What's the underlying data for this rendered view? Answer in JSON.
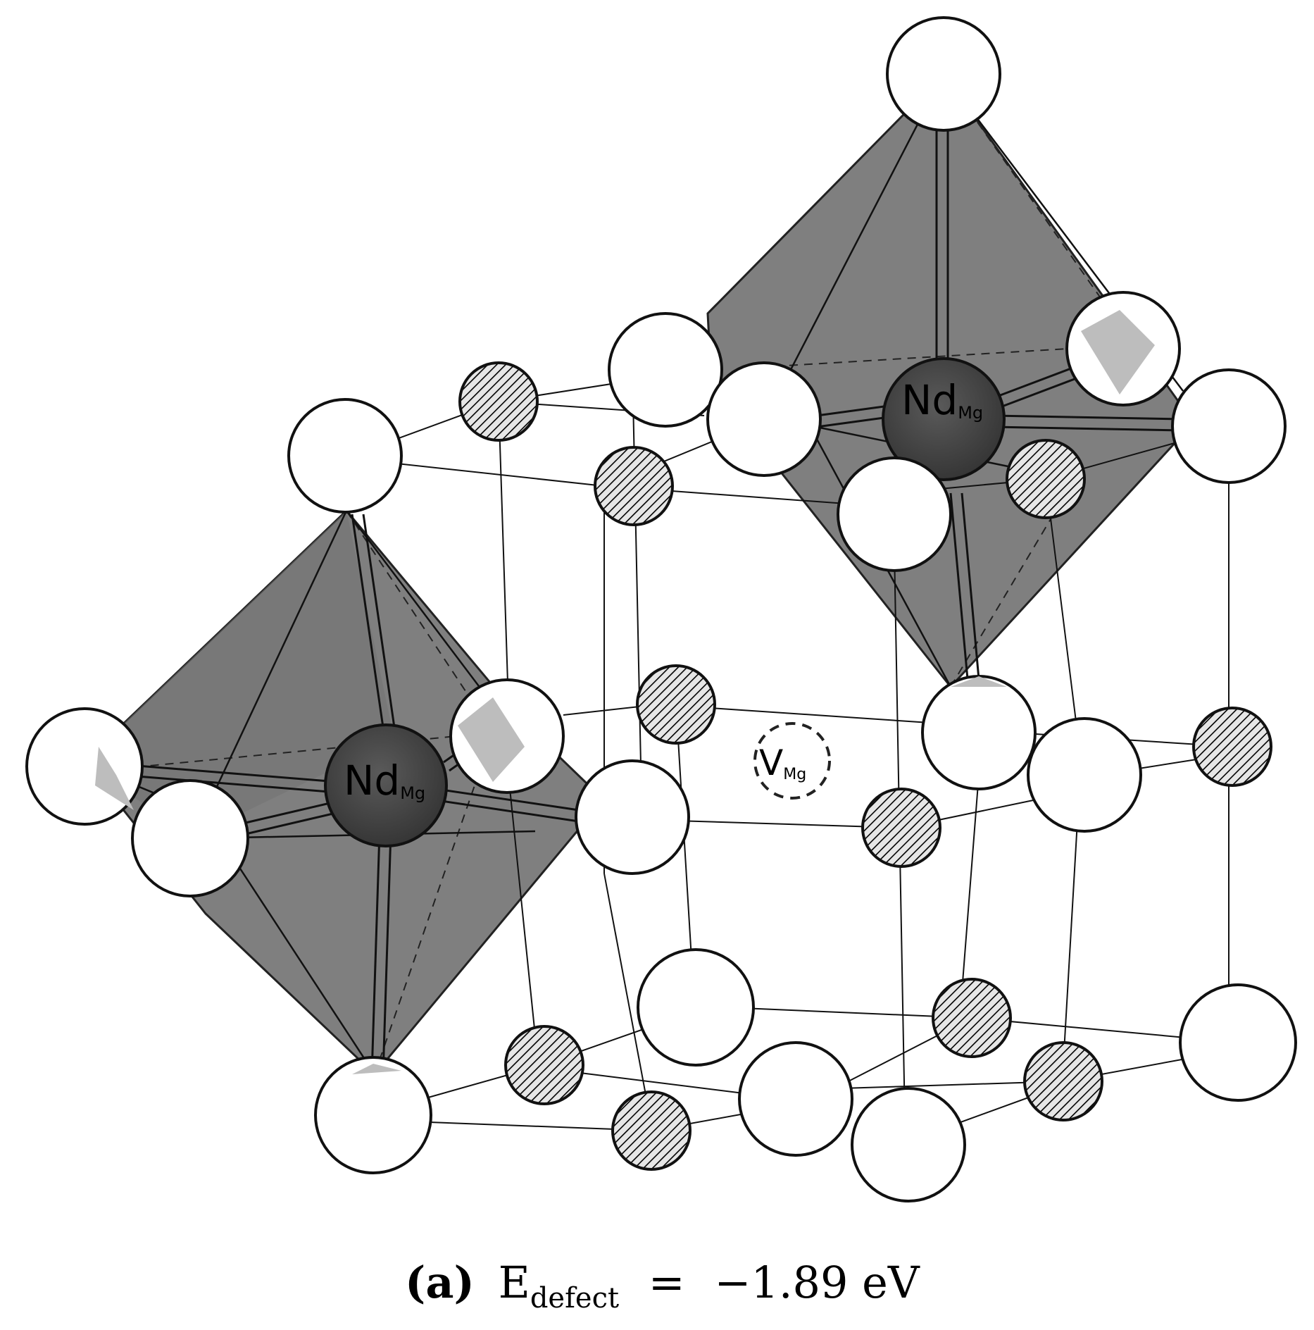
{
  "figure": {
    "labels": {
      "nd_left": {
        "main": "Nd",
        "sub": "Mg"
      },
      "nd_right": {
        "main": "Nd",
        "sub": "Mg"
      },
      "vacancy": {
        "main": "V",
        "sub": "Mg"
      }
    },
    "caption": {
      "panel": "(a)",
      "symbol": "E",
      "subscript": "defect",
      "equals": "=",
      "value": "−1.89 eV"
    }
  },
  "colors": {
    "octahedron_fill": "#7f7f7f",
    "nd_atom": "#4d4d4d",
    "oxygen_atom": "#ffffff",
    "mg_atom_hatch": "#000000"
  }
}
